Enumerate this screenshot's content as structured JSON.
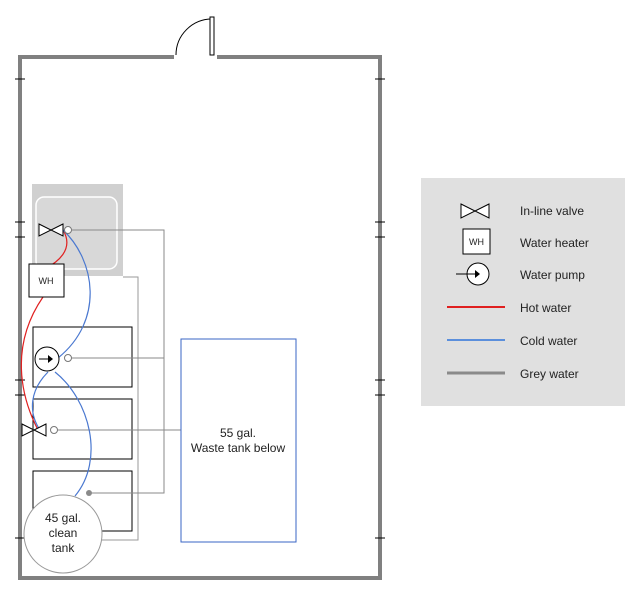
{
  "diagram": {
    "water_heater_label": "WH",
    "waste_tank": {
      "line1": "55 gal.",
      "line2": "Waste tank below"
    },
    "clean_tank": {
      "line1": "45 gal.",
      "line2": "clean",
      "line3": "tank"
    }
  },
  "legend": {
    "items": [
      {
        "icon": "inline-valve-icon",
        "label": "In-line valve"
      },
      {
        "icon": "water-heater-icon",
        "label": "Water heater",
        "icon_text": "WH"
      },
      {
        "icon": "water-pump-icon",
        "label": "Water pump"
      },
      {
        "icon": "hot-water-line",
        "label": "Hot water",
        "color": "#e02020"
      },
      {
        "icon": "cold-water-line",
        "label": "Cold water",
        "color": "#5b8fdc"
      },
      {
        "icon": "grey-water-line",
        "label": "Grey water",
        "color": "#8a8a8a"
      }
    ]
  },
  "colors": {
    "hot": "#e02020",
    "cold": "#4a78d0",
    "grey": "#8a8a8a",
    "wall": "#808080",
    "legend_bg": "#e0e0e0",
    "sink_bg": "#d0d0d0",
    "waste_tank_border": "#3a66c4"
  }
}
